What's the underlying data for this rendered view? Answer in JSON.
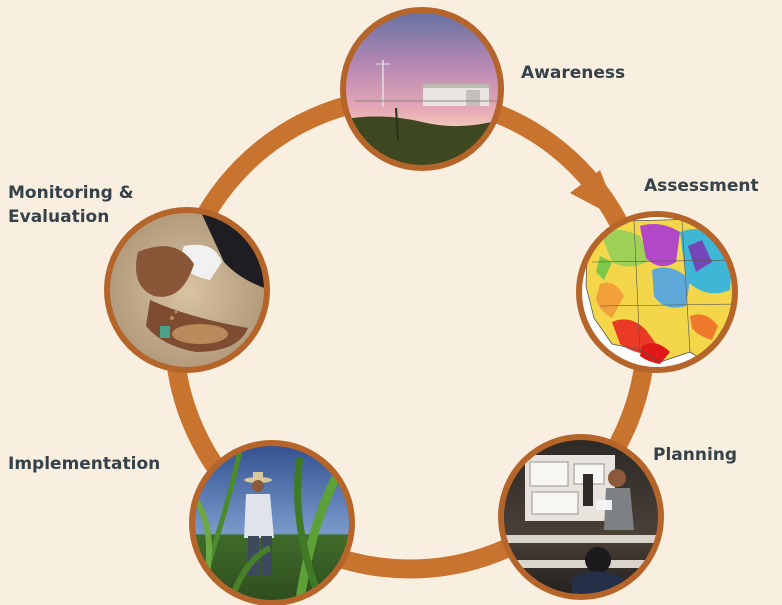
{
  "cycle": {
    "ring_color": "#c8732e",
    "circle_border_color": "#b5652a",
    "stages": [
      {
        "label": "Awareness",
        "photo": "sunset-field-with-shed"
      },
      {
        "label": "Assessment",
        "photo": "drought-map-western-us"
      },
      {
        "label": "Planning",
        "photo": "presenter-in-classroom"
      },
      {
        "label": "Implementation",
        "photo": "farmer-in-cornfield"
      },
      {
        "label": "Monitoring &\nEvaluation",
        "photo": "hands-holding-soil"
      }
    ]
  }
}
